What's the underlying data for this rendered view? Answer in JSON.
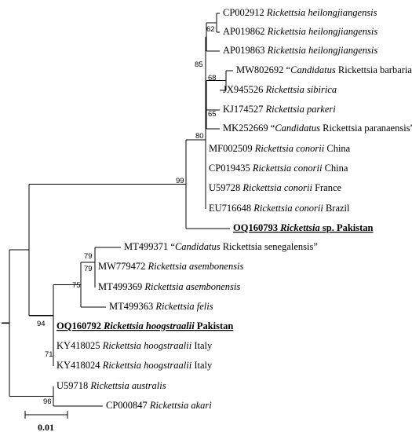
{
  "tree": {
    "leaves": [
      {
        "id": "L1",
        "accession": "CP002912",
        "taxon_italic": "Rickettsia heilongjiangensis",
        "suffix": "",
        "highlight": false
      },
      {
        "id": "L2",
        "accession": "AP019862",
        "taxon_italic": "Rickettsia heilongjiangensis",
        "suffix": "",
        "highlight": false
      },
      {
        "id": "L3",
        "accession": "AP019863",
        "taxon_italic": "Rickettsia heilongjiangensis",
        "suffix": "",
        "highlight": false
      },
      {
        "id": "L4",
        "accession": "MW802692",
        "prefix": "“",
        "taxon_italic": "Candidatus",
        "suffix": " Rickettsia barbariae”",
        "highlight": false
      },
      {
        "id": "L5",
        "accession": "JX945526",
        "taxon_italic": "Rickettsia sibirica",
        "suffix": "",
        "highlight": false
      },
      {
        "id": "L6",
        "accession": "KJ174527",
        "taxon_italic": "Rickettsia parkeri",
        "suffix": "",
        "highlight": false
      },
      {
        "id": "L7",
        "accession": "MK252669",
        "prefix": "“",
        "taxon_italic": "Candidatus",
        "suffix": " Rickettsia paranaensis”",
        "highlight": false
      },
      {
        "id": "L8",
        "accession": "MF002509",
        "taxon_italic": "Rickettsia conorii",
        "suffix": " China",
        "highlight": false
      },
      {
        "id": "L9",
        "accession": "CP019435",
        "taxon_italic": "Rickettsia conorii",
        "suffix": " China",
        "highlight": false
      },
      {
        "id": "L10",
        "accession": "U59728",
        "taxon_italic": "Rickettsia conorii",
        "suffix": " France",
        "highlight": false
      },
      {
        "id": "L11",
        "accession": "EU716648",
        "taxon_italic": "Rickettsia conorii",
        "suffix": " Brazil",
        "highlight": false
      },
      {
        "id": "L12",
        "accession": "OQ160793",
        "taxon_italic": "Rickettsia",
        "suffix": " sp. Pakistan",
        "highlight": true
      },
      {
        "id": "L13",
        "accession": "MT499371",
        "prefix": "“",
        "taxon_italic": "Candidatus",
        "suffix": " Rickettsia senegalensis”",
        "highlight": false
      },
      {
        "id": "L14",
        "accession": "MW779472",
        "taxon_italic": "Rickettsia asembonensis",
        "suffix": "",
        "highlight": false
      },
      {
        "id": "L15",
        "accession": "MT499369",
        "taxon_italic": "Rickettsia asembonensis",
        "suffix": "",
        "highlight": false
      },
      {
        "id": "L16",
        "accession": "MT499363",
        "taxon_italic": "Rickettsia felis",
        "suffix": "",
        "highlight": false
      },
      {
        "id": "L17",
        "accession": "OQ160792",
        "taxon_italic": "Rickettsia hoogstraalii",
        "suffix": " Pakistan",
        "highlight": true
      },
      {
        "id": "L18",
        "accession": "KY418025",
        "taxon_italic": "Rickettsia hoogstraalii",
        "suffix": " Italy",
        "highlight": false
      },
      {
        "id": "L19",
        "accession": "KY418024",
        "taxon_italic": "Rickettsia hoogstraalii",
        "suffix": " Italy",
        "highlight": false
      },
      {
        "id": "L20",
        "accession": "U59718",
        "taxon_italic": "Rickettsia australis",
        "suffix": "",
        "highlight": false
      },
      {
        "id": "L21",
        "accession": "CP000847",
        "taxon_italic": "Rickettsia akari",
        "suffix": "",
        "highlight": false
      }
    ],
    "bootstrap_values": [
      "62",
      "85",
      "68",
      "65",
      "80",
      "99",
      "79",
      "79",
      "75",
      "94",
      "71",
      "96"
    ],
    "scale_bar_label": "0.01"
  }
}
